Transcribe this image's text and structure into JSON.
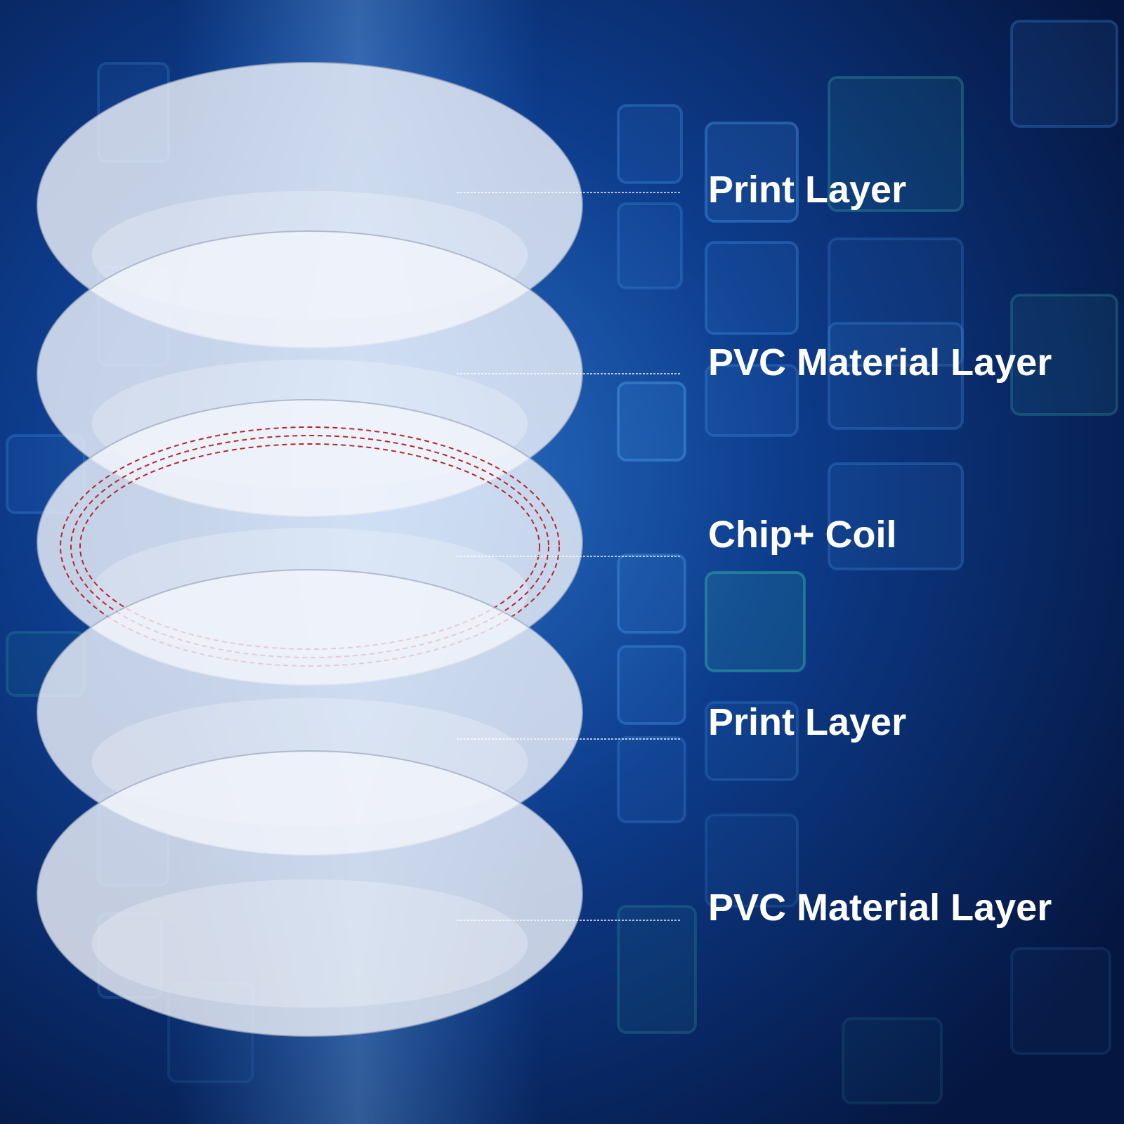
{
  "colors": {
    "background_deep": "#061a4a",
    "background_light": "#1f5fb8",
    "panel_stroke": "#3f8fe0",
    "panel_teal": "#2fa3a0",
    "disc_fill": "#f2f5fb",
    "coil_color": "#b3282d",
    "leader_line": "#ffffff",
    "label_color": "#ffffff"
  },
  "layers": [
    {
      "label": "Print Layer"
    },
    {
      "label": "PVC Material Layer"
    },
    {
      "label": "Chip+ Coil",
      "has_coil": true
    },
    {
      "label": "Print Layer"
    },
    {
      "label": "PVC Material Layer"
    }
  ]
}
